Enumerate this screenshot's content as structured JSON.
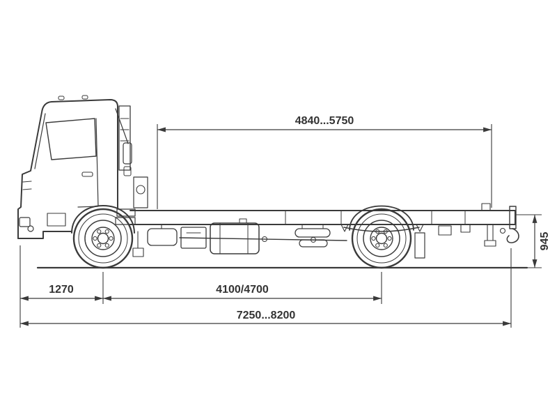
{
  "page": {
    "background": "#ffffff",
    "ink_color": "#3a3a3a",
    "label_color": "#333333"
  },
  "drawing": {
    "subject": "cab-chassis truck side view dimensional drawing",
    "labels": {
      "top_span": "4840...5750",
      "frame_height": "945",
      "front_overhang": "1270",
      "wheelbase": "4100/4700",
      "overall_length": "7250...8200"
    }
  }
}
